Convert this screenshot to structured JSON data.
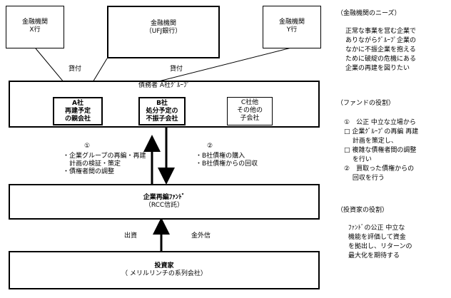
{
  "banks": {
    "x": {
      "lines": [
        "金融機関",
        "X行"
      ]
    },
    "ufj": {
      "lines": [
        "金融機関",
        "（UFJ銀行）"
      ]
    },
    "y": {
      "lines": [
        "金融機関",
        "Y行"
      ]
    }
  },
  "loan_label_left": "貸付",
  "loan_label_right": "貸付",
  "debtor_group": {
    "title": "債務者 A社ｸﾞﾙｰﾌﾟ",
    "a": {
      "lines": [
        "A社",
        "再建予定",
        "の親会社"
      ]
    },
    "b": {
      "lines": [
        "B社",
        "処分予定の",
        "不振子会社"
      ]
    },
    "c": {
      "lines": [
        "C社他",
        "その他の",
        "子会社"
      ]
    }
  },
  "flow_left": {
    "number": "①",
    "lines": [
      "・企業グループの再編・再建",
      "　計画の検証・策定",
      "・債権者間の調整"
    ]
  },
  "flow_right": {
    "number": "②",
    "lines": [
      "・B社債権の購入",
      "・B社債権からの回収"
    ]
  },
  "fund": {
    "title": "企業再編ﾌｧﾝﾄﾞ",
    "subtitle": "（RCC信託）"
  },
  "investment_label": "出資",
  "other_credit_label": "金外信",
  "investor": {
    "title": "投資家",
    "subtitle": "（ メリルリンチの系列会社）"
  },
  "side": {
    "needs": {
      "heading": "（金融機関のニーズ）",
      "lines": [
        "正常な事業を営む企業で",
        "ありながらｸﾞﾙｰﾌﾟ企業の",
        "なかに不振企業を抱える",
        "ために破綻の危機にある",
        "企業の再建を図りたい"
      ]
    },
    "fund_role": {
      "heading": "（ファンドの役割）",
      "lines": [
        "①　公正 中立な立場から",
        "□ 企業ｸﾞﾙｰﾌﾟの再編 再建",
        "　 計画を策定し、",
        "□ 複雑な債権者間の調整",
        "　 を行い",
        "②　買取った債権からの",
        "　 回収を行う"
      ]
    },
    "investor_role": {
      "heading": "（投資家の役割）",
      "lines": [
        "ﾌｧﾝﾄﾞの公正 中立な",
        "機能を評価して資金",
        "を拠出し、リターンの",
        "最大化を期待する"
      ]
    }
  }
}
